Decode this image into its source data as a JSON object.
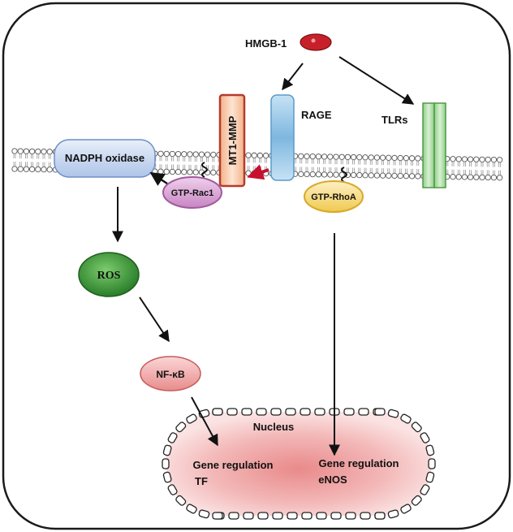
{
  "labels": {
    "hmgb1": "HMGB-1",
    "rage": "RAGE",
    "tlrs": "TLRs",
    "mt1_mmp": "MT1-MMP",
    "nadph_oxidase": "NADPH oxidase",
    "gtp_rac1": "GTP-Rac1",
    "gtp_rhoa": "GTP-RhoA",
    "ros": "ROS",
    "nf_kb": "NF-κB",
    "nucleus": "Nucleus",
    "gene_regulation_left": "Gene regulation",
    "tf": "TF",
    "gene_regulation_right": "Gene regulation",
    "enos": "eNOS"
  },
  "colors": {
    "cell_border": "#1a1a1a",
    "arrow": "#111111",
    "mt1_arrow": "#c8102e",
    "hmgb1_fill": "#c8202a",
    "rage_fill": "#9cc8e6",
    "tlr_fill": "#a8d9a0",
    "mt1_fill": "#f6c6a4",
    "mt1_border": "#c0392b",
    "nadph_fill": "#c9d8f0",
    "rac1_fill": "#d9a6d6",
    "rhoa_fill": "#f7dc8a",
    "ros_fill": "#3e9b3e",
    "nfkb_fill": "#f2a6a6",
    "nucleus_fill": "#f2b8b8"
  }
}
